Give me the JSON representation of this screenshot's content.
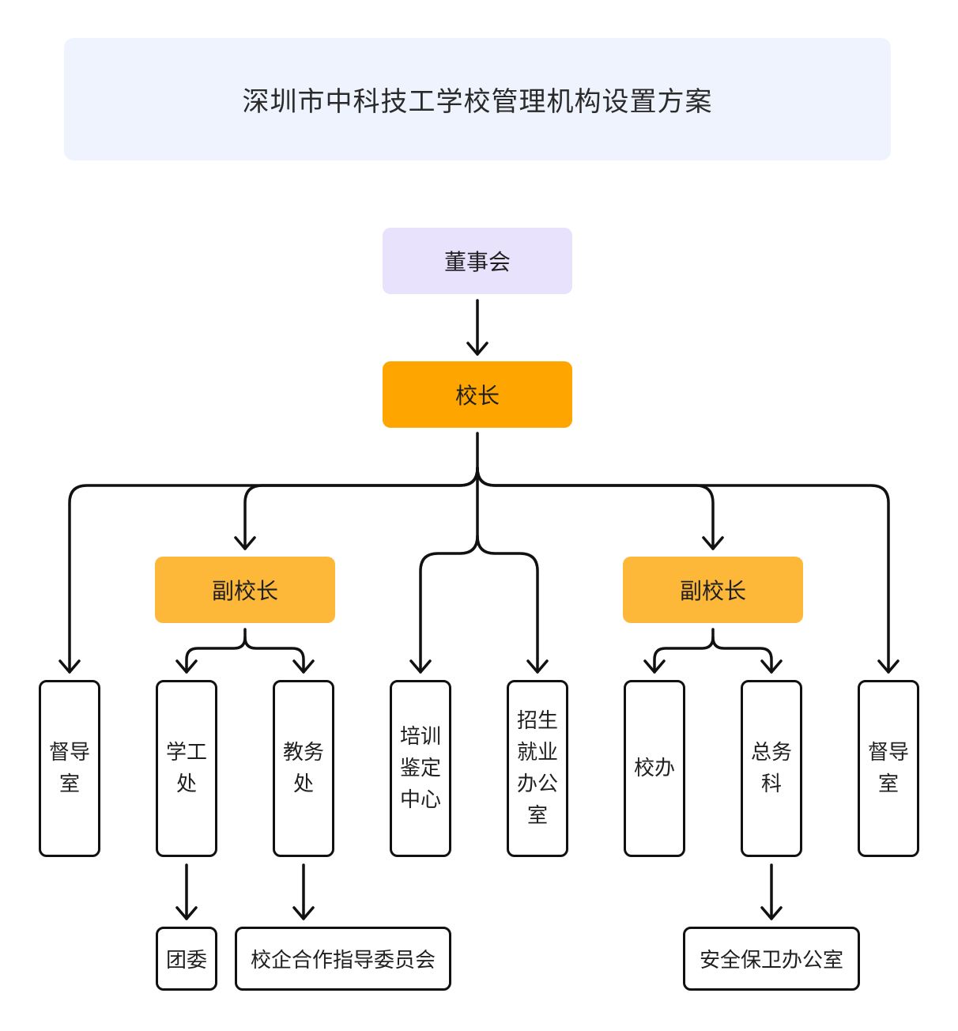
{
  "title": "深圳市中科技工学校管理机构设置方案",
  "nodes": {
    "board": "董事会",
    "principal": "校长",
    "vice_left": "副校长",
    "vice_right": "副校长",
    "supervision_left": "督导室",
    "student_affairs": "学工处",
    "academic_affairs": "教务处",
    "training_center": "培训鉴定中心",
    "enrollment_office": "招生就业办公室",
    "school_office": "校办",
    "general_affairs": "总务科",
    "supervision_right": "督导室",
    "youth_league": "团委",
    "coop_committee": "校企合作指导委员会",
    "security_office": "安全保卫办公室"
  },
  "colors": {
    "title_bg": "#eef3fd",
    "board_bg": "#e8e2fd",
    "principal_bg": "#fea500",
    "vice_bg": "#fdb83a",
    "line": "#111111"
  }
}
